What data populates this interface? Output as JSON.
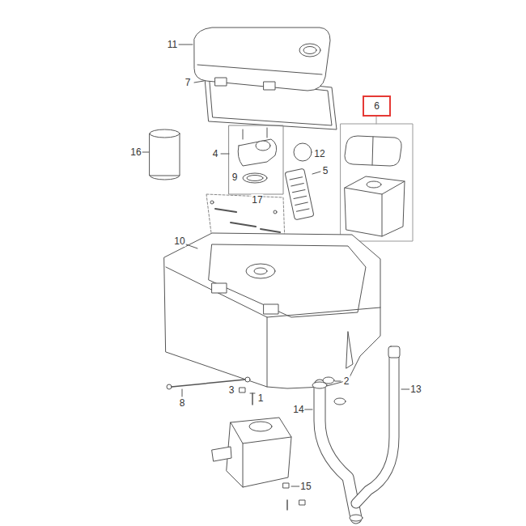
{
  "diagram": {
    "nodes": [
      {
        "text": [
          "6"
        ]
      }
    ],
    "labels": [
      "11",
      "7",
      "16",
      "4",
      "12",
      "9",
      "5",
      "17",
      "10",
      "2",
      "13",
      "3",
      "1",
      "8",
      "14",
      "15"
    ]
  }
}
